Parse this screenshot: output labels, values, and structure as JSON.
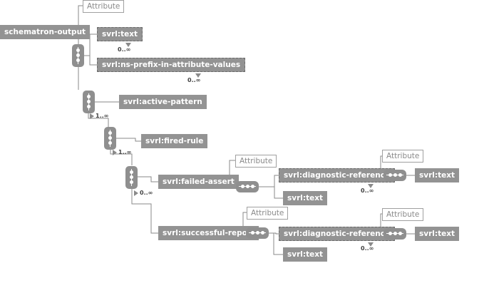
{
  "schema": {
    "root_element": "schematron-output",
    "root_attribute": "Attribute",
    "text": "svrl:text",
    "text_occurs": "0..∞",
    "ns_prefix": "svrl:ns-prefix-in-attribute-values",
    "ns_prefix_occurs": "0..∞",
    "active_pattern": "svrl:active-pattern",
    "active_pattern_occurs": "1..∞",
    "fired_rule": "svrl:fired-rule",
    "fired_rule_occurs": "1..∞",
    "assert_report_occurs": "0..∞",
    "failed_assert": "svrl:failed-assert",
    "failed_assert_attribute": "Attribute",
    "fa_diagnostic_reference": "svrl:diagnostic-reference",
    "fa_diagnostic_reference_occurs": "0..∞",
    "fa_diagnostic_attribute": "Attribute",
    "fa_diagnostic_text": "svrl:text",
    "fa_text": "svrl:text",
    "successful_report": "svrl:successful-report",
    "successful_report_attribute": "Attribute",
    "sr_diagnostic_reference": "svrl:diagnostic-reference",
    "sr_diagnostic_reference_occurs": "0..∞",
    "sr_diagnostic_attribute": "Attribute",
    "sr_diagnostic_text": "svrl:text",
    "sr_text": "svrl:text"
  },
  "colors": {
    "element_fill": "#939393",
    "element_text": "#ffffff",
    "attribute_border": "#a0a0a0",
    "attribute_text": "#8a8a8a",
    "connector": "#8a8a8a"
  }
}
